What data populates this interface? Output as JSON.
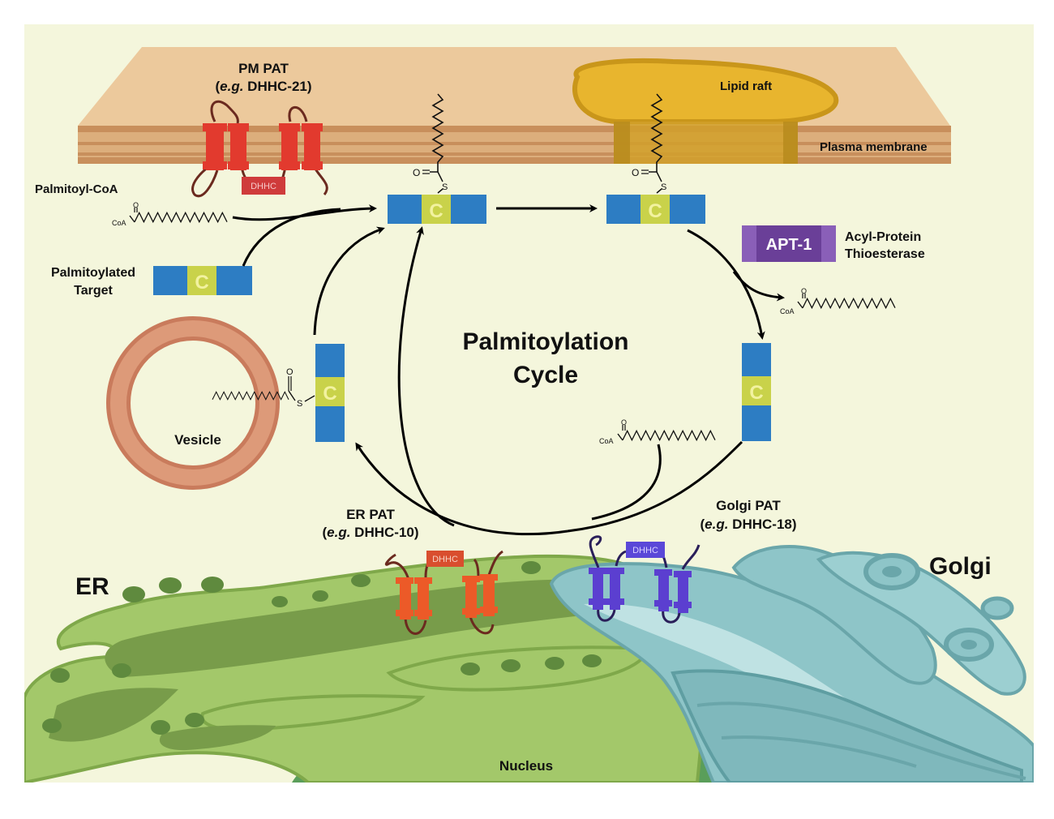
{
  "labels": {
    "pm_pat_line1": "PM PAT",
    "pm_pat_eg": "e.g.",
    "pm_pat_line2": "DHHC-21)",
    "lipid_raft": "Lipid raft",
    "plasma_membrane": "Plasma membrane",
    "palmitoyl_coa": "Palmitoyl-CoA",
    "palmitoylated_target_line1": "Palmitoylated",
    "palmitoylated_target_line2": "Target",
    "apt1": "APT-1",
    "apt1_desc_line1": "Acyl-Protein",
    "apt1_desc_line2": "Thioesterase",
    "cycle_line1": "Palmitoylation",
    "cycle_line2": "Cycle",
    "vesicle": "Vesicle",
    "er_pat_line1": "ER PAT",
    "er_pat_eg": "e.g.",
    "er_pat_line2": "DHHC-10)",
    "golgi_pat_line1": "Golgi PAT",
    "golgi_pat_eg": "e.g.",
    "golgi_pat_line2": "DHHC-18)",
    "er": "ER",
    "golgi": "Golgi",
    "nucleus": "Nucleus",
    "dhhc": "DHHC",
    "cysteine": "C",
    "coa": "CoA",
    "sulfur": "S",
    "oxygen": "O"
  },
  "colors": {
    "background": "#f4f6dc",
    "membrane": "#e8c99e",
    "lipid_raft": "#e8b52e",
    "protein_blue": "#2d7dc3",
    "cysteine_box": "#c9d24a",
    "apt1": "#6a3f98",
    "pm_pat": "#e23a2e",
    "er_pat": "#ec5a28",
    "golgi_pat": "#5b3fd0",
    "vesicle": "#d9896a",
    "er": "#8fb85a",
    "golgi": "#8ec5c8",
    "nucleus": "#5a9e5a"
  }
}
